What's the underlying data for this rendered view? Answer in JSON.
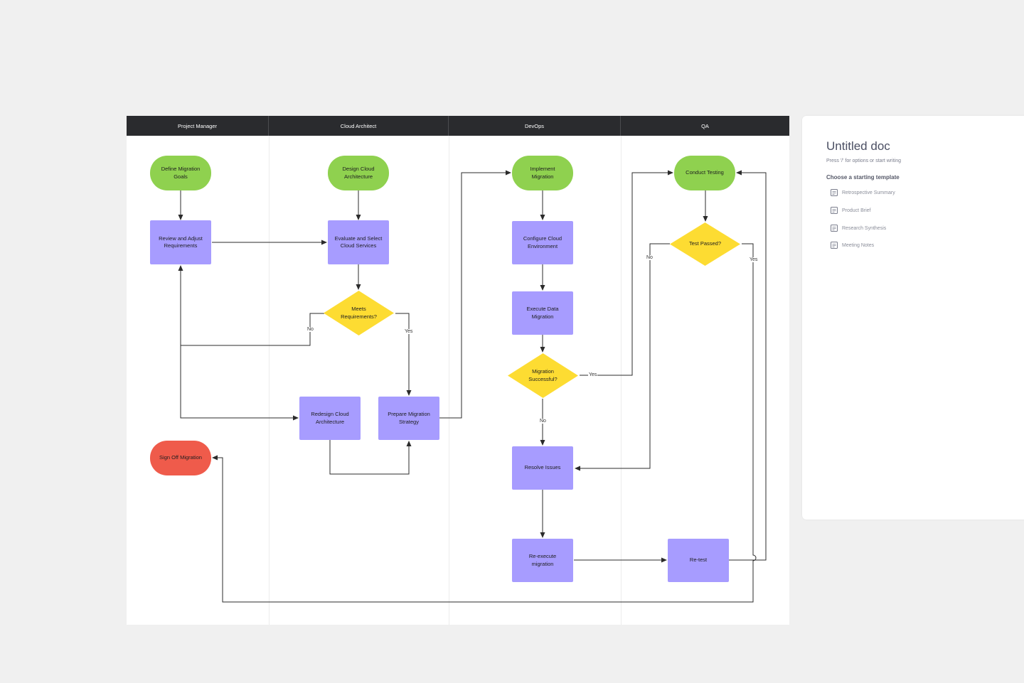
{
  "lanes": {
    "pm": "Project Manager",
    "ca": "Cloud Architect",
    "devops": "DevOps",
    "qa": "QA"
  },
  "nodes": {
    "define_goals": "Define Migration\nGoals",
    "review_adjust": "Review and Adjust\nRequirements",
    "sign_off": "Sign Off Migration",
    "design_arch": "Design Cloud\nArchitecture",
    "evaluate_select": "Evaluate and Select\nCloud Services",
    "meets_req": "Meets\nRequirements?",
    "redesign_arch": "Redesign Cloud\nArchitecture",
    "prepare_strategy": "Prepare Migration\nStrategy",
    "implement": "Implement\nMigration",
    "configure_env": "Configure Cloud\nEnvironment",
    "execute_data": "Execute Data\nMigration",
    "migration_success": "Migration\nSuccessful?",
    "resolve_issues": "Resolve Issues",
    "reexecute": "Re-execute\nmigration",
    "conduct_testing": "Conduct Testing",
    "test_passed": "Test Passed?",
    "retest": "Re-test"
  },
  "edge_labels": {
    "meets_no": "No",
    "meets_yes": "Yes",
    "success_yes": "Yes",
    "success_no": "No",
    "test_no": "No",
    "test_yes": "Yes"
  },
  "colors": {
    "process": "#a79cff",
    "terminal": "#8fd14f",
    "end": "#ef5b4b",
    "decision": "#fddc32",
    "header": "#2a2b2e"
  },
  "doc": {
    "title": "Untitled doc",
    "hint": "Press '/' for options or start writing",
    "templates_heading": "Choose a starting template",
    "templates": [
      {
        "label": "Retrospective Summary",
        "icon": "document-icon"
      },
      {
        "label": "Product Brief",
        "icon": "document-icon"
      },
      {
        "label": "Research Synthesis",
        "icon": "document-icon"
      },
      {
        "label": "Meeting Notes",
        "icon": "document-icon"
      }
    ]
  }
}
